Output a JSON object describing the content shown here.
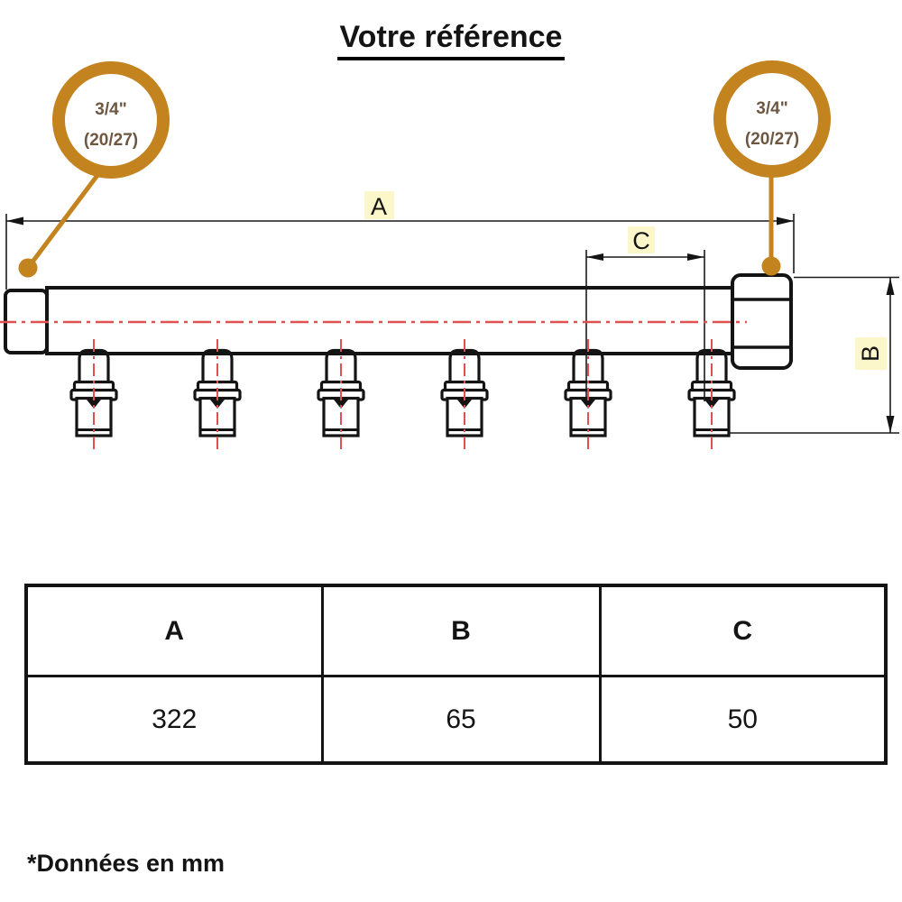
{
  "title": "Votre référence",
  "callout_left": {
    "size": "3/4\"",
    "thread": "(20/27)"
  },
  "callout_right": {
    "size": "3/4\"",
    "thread": "(20/27)"
  },
  "dimension_labels": {
    "a": "A",
    "b": "B",
    "c": "C"
  },
  "spec_table": {
    "headers": [
      "A",
      "B",
      "C"
    ],
    "values": [
      "322",
      "65",
      "50"
    ]
  },
  "footnote": "*Données en mm",
  "colors": {
    "callout_orange": "#C3831F",
    "callout_text": "#6E5741",
    "centerline_red": "#E05050",
    "dim_label_bg": "#FBF7CB",
    "line_black": "#141414"
  }
}
